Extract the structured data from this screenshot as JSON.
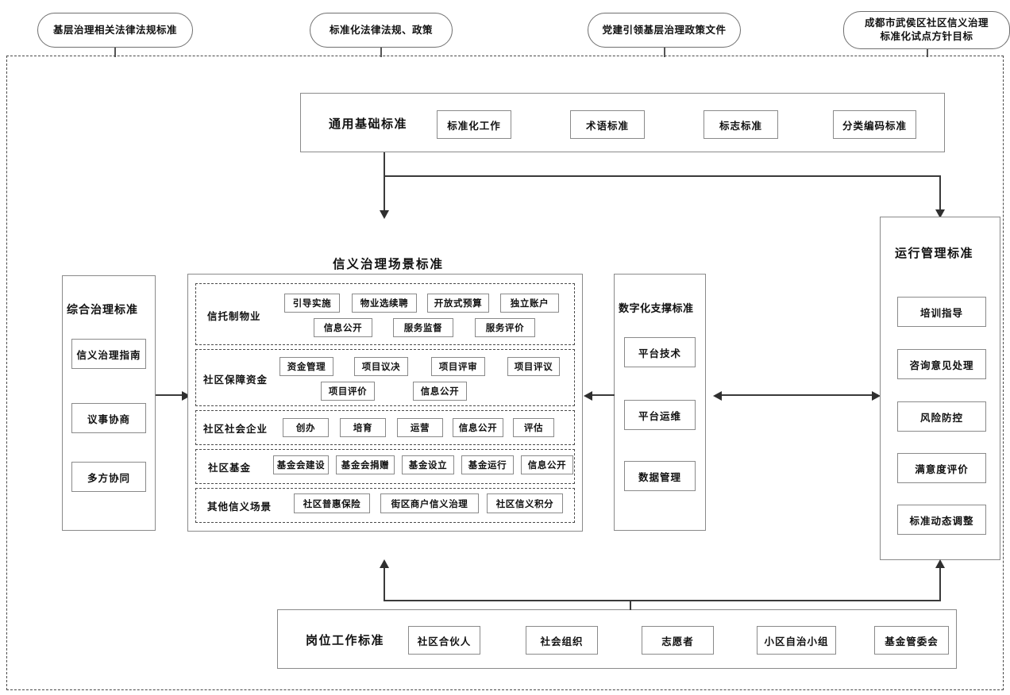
{
  "diagram": {
    "title_context": "成都市武侯区社区信义治理标准化体系框图",
    "colors": {
      "border": "#8a8a8a",
      "dashed": "#4a4a4a",
      "arrow": "#2f2f2f",
      "background": "#ffffff",
      "text": "#111111"
    }
  },
  "external_inputs": [
    {
      "label": "基层治理相关法律法规标准"
    },
    {
      "label": "标准化法律法规、政策"
    },
    {
      "label": "党建引领基层治理政策文件"
    },
    {
      "label": "成都市武侯区社区信义治理\n标准化试点方针目标"
    }
  ],
  "general_basic": {
    "title": "通用基础标准",
    "items": [
      "标准化工作",
      "术语标准",
      "标志标准",
      "分类编码标准"
    ]
  },
  "comprehensive": {
    "title": "综合治理标准",
    "items": [
      "信义治理指南",
      "议事协商",
      "多方协同"
    ]
  },
  "scenario": {
    "title": "信义治理场景标准",
    "groups": [
      {
        "label": "信托制物业",
        "row1": [
          "引导实施",
          "物业选续聘",
          "开放式预算",
          "独立账户"
        ],
        "row2": [
          "信息公开",
          "服务监督",
          "服务评价"
        ]
      },
      {
        "label": "社区保障资金",
        "row1": [
          "资金管理",
          "项目议决",
          "项目评审",
          "项目评议"
        ],
        "row2": [
          "项目评价",
          "信息公开"
        ]
      },
      {
        "label": "社区社会企业",
        "row1": [
          "创办",
          "培育",
          "运营",
          "信息公开",
          "评估"
        ],
        "row2": []
      },
      {
        "label": "社区基金",
        "row1": [
          "基金会建设",
          "基金会捐赠",
          "基金设立",
          "基金运行",
          "信息公开"
        ],
        "row2": []
      },
      {
        "label": "其他信义场景",
        "row1": [
          "社区普惠保险",
          "街区商户信义治理",
          "社区信义积分"
        ],
        "row2": []
      }
    ]
  },
  "digital": {
    "title": "数字化支撑标准",
    "items": [
      "平台技术",
      "平台运维",
      "数据管理"
    ]
  },
  "operation": {
    "title": "运行管理标准",
    "items": [
      "培训指导",
      "咨询意见处理",
      "风险防控",
      "满意度评价",
      "标准动态调整"
    ]
  },
  "position": {
    "title": "岗位工作标准",
    "items": [
      "社区合伙人",
      "社会组织",
      "志愿者",
      "小区自治小组",
      "基金管委会"
    ]
  }
}
